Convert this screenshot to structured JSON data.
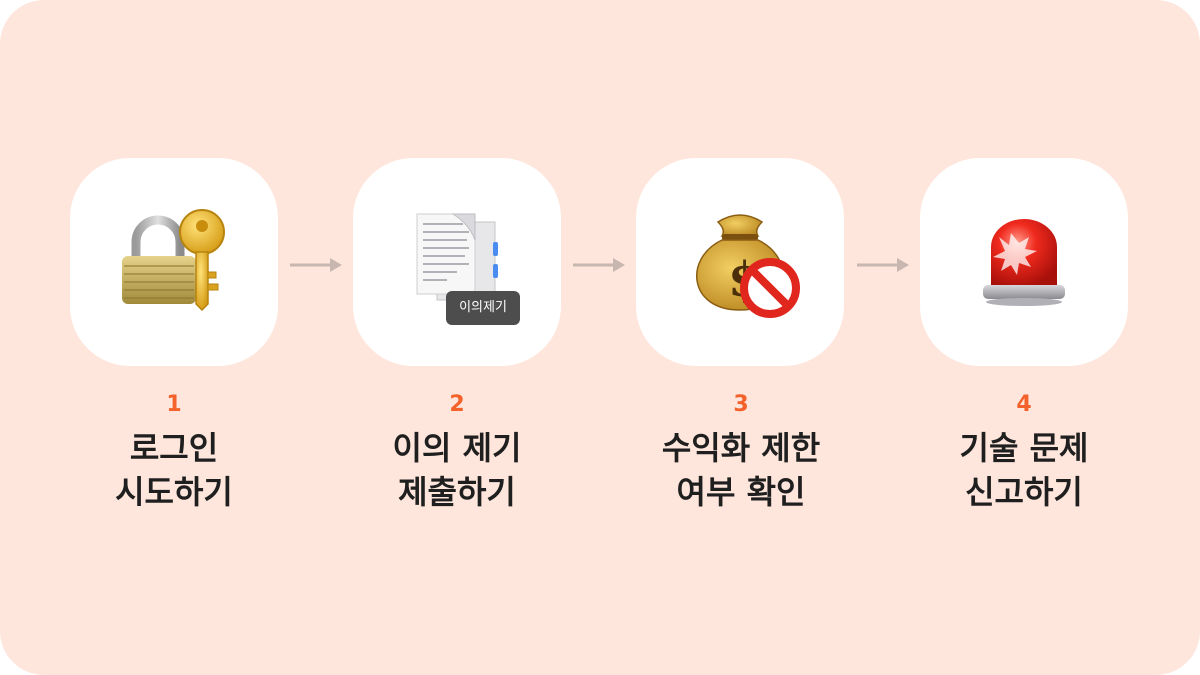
{
  "steps": [
    {
      "number": "1",
      "label_line1": "로그인",
      "label_line2": "시도하기",
      "icon": "lock-with-key-icon"
    },
    {
      "number": "2",
      "label_line1": "이의 제기",
      "label_line2": "제출하기",
      "icon": "document-icon",
      "tooltip": "이의제기"
    },
    {
      "number": "3",
      "label_line1": "수익화 제한",
      "label_line2": "여부 확인",
      "icon": "money-bag-prohibited-icon"
    },
    {
      "number": "4",
      "label_line1": "기술 문제",
      "label_line2": "신고하기",
      "icon": "siren-light-icon"
    }
  ],
  "colors": {
    "background": "#ffe6dc",
    "tile": "#ffffff",
    "number": "#f2622a",
    "label": "#1f1f1f",
    "arrow": "#c7b7b0"
  }
}
